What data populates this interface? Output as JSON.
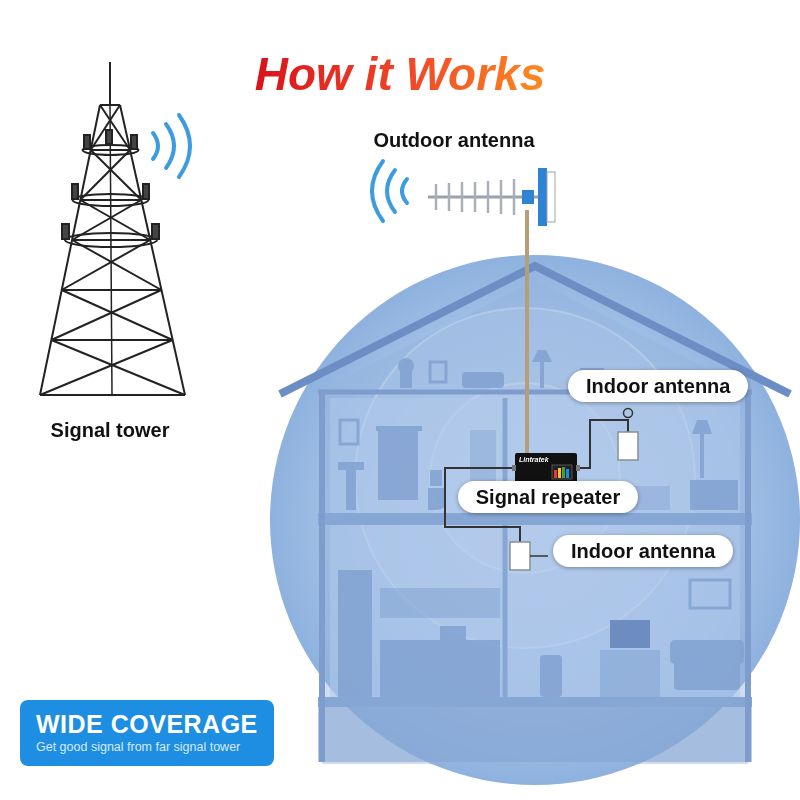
{
  "diagram": {
    "title": "How it Works",
    "nodes": [
      {
        "text": [
          "Indoor antenna"
        ]
      },
      {
        "text": [
          "Signal repeater"
        ]
      },
      {
        "text": [
          "Indoor antenna"
        ]
      },
      {
        "text": [
          "WIDE COVERAGE",
          "Get good signal from far signal tower"
        ]
      }
    ],
    "labels": [
      "Outdoor antenna",
      "Signal tower",
      "Lintratek"
    ]
  }
}
